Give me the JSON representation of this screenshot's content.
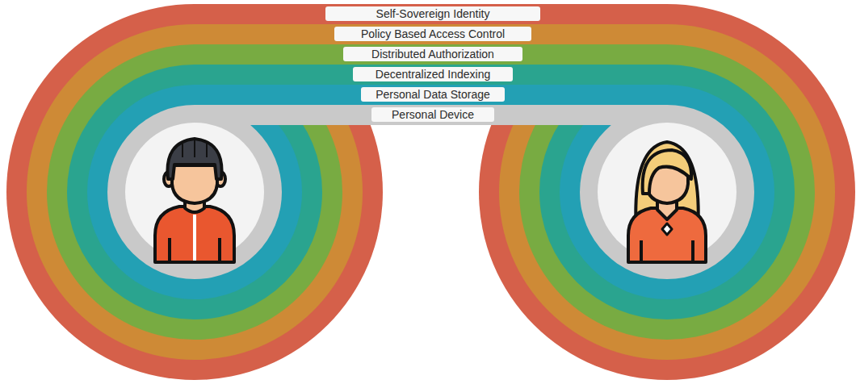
{
  "diagram": {
    "nodes": [
      {
        "text": [
          "Self-Sovereign Identity"
        ]
      },
      {
        "text": [
          "Policy Based Access Control"
        ]
      },
      {
        "text": [
          "Distributed Authorization"
        ]
      },
      {
        "text": [
          "Decentralized Indexing"
        ]
      },
      {
        "text": [
          "Personal Data Storage"
        ]
      },
      {
        "text": [
          "Personal Device"
        ]
      }
    ]
  }
}
